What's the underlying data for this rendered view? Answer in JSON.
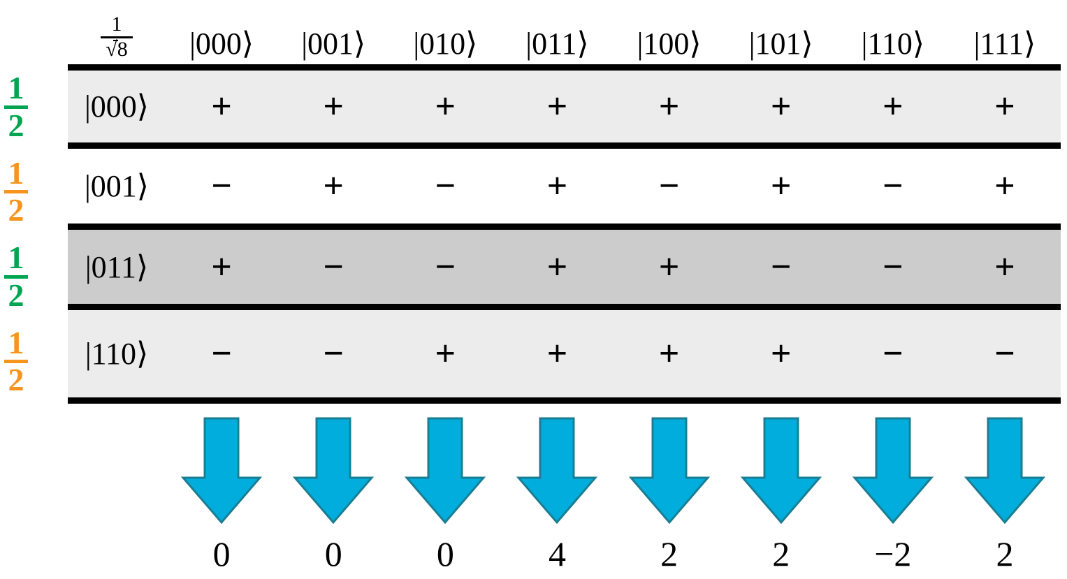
{
  "figure": {
    "kind": "hadamard-transform-sign-table",
    "normalization_label": "1/√8",
    "normalization": {
      "numerator": "1",
      "denominator_radicand": "8"
    }
  },
  "colors": {
    "arrow_fill": "#00ADDC",
    "arrow_stroke": "#1A7E93",
    "green": "#00A551",
    "orange": "#F7941E",
    "rule": "#000000",
    "row_shade_light": "#ececec",
    "row_shade_medium": "#cccccc",
    "row_shade_white": "#ffffff"
  },
  "amplitudes": [
    {
      "numerator": "1",
      "denominator": "2",
      "color": "#00A551"
    },
    {
      "numerator": "1",
      "denominator": "2",
      "color": "#F7941E"
    },
    {
      "numerator": "1",
      "denominator": "2",
      "color": "#00A551"
    },
    {
      "numerator": "1",
      "denominator": "2",
      "color": "#F7941E"
    }
  ],
  "columns": [
    "|000⟩",
    "|001⟩",
    "|010⟩",
    "|011⟩",
    "|100⟩",
    "|101⟩",
    "|110⟩",
    "|111⟩"
  ],
  "rows": [
    {
      "label": "|000⟩",
      "shade": "#ececec",
      "signs": [
        "+",
        "+",
        "+",
        "+",
        "+",
        "+",
        "+",
        "+"
      ]
    },
    {
      "label": "|001⟩",
      "shade": "#ffffff",
      "signs": [
        "−",
        "+",
        "−",
        "+",
        "−",
        "+",
        "−",
        "+"
      ]
    },
    {
      "label": "|011⟩",
      "shade": "#cccccc",
      "signs": [
        "+",
        "−",
        "−",
        "+",
        "+",
        "−",
        "−",
        "+"
      ]
    },
    {
      "label": "|110⟩",
      "shade": "#ececec",
      "signs": [
        "−",
        "−",
        "+",
        "+",
        "+",
        "+",
        "−",
        "−"
      ]
    }
  ],
  "arrows": [
    "down-arrow-icon",
    "down-arrow-icon",
    "down-arrow-icon",
    "down-arrow-icon",
    "down-arrow-icon",
    "down-arrow-icon",
    "down-arrow-icon",
    "down-arrow-icon"
  ],
  "sums": [
    "0",
    "0",
    "0",
    "4",
    "2",
    "2",
    "−2",
    "2"
  ],
  "chart_data": {
    "type": "table",
    "title": "",
    "normalization": "1/√8",
    "row_amplitudes": [
      "1/2",
      "1/2",
      "1/2",
      "1/2"
    ],
    "row_amplitude_colors": [
      "#00A551",
      "#F7941E",
      "#00A551",
      "#F7941E"
    ],
    "columns": [
      "|000⟩",
      "|001⟩",
      "|010⟩",
      "|011⟩",
      "|100⟩",
      "|101⟩",
      "|110⟩",
      "|111⟩"
    ],
    "rows": [
      "|000⟩",
      "|001⟩",
      "|011⟩",
      "|110⟩"
    ],
    "cells": [
      [
        "+",
        "+",
        "+",
        "+",
        "+",
        "+",
        "+",
        "+"
      ],
      [
        "-",
        "+",
        "-",
        "+",
        "-",
        "+",
        "-",
        "+"
      ],
      [
        "+",
        "-",
        "-",
        "+",
        "+",
        "-",
        "-",
        "+"
      ],
      [
        "-",
        "-",
        "+",
        "+",
        "+",
        "+",
        "-",
        "-"
      ]
    ],
    "column_sums": [
      0,
      0,
      0,
      4,
      2,
      2,
      -2,
      2
    ]
  }
}
